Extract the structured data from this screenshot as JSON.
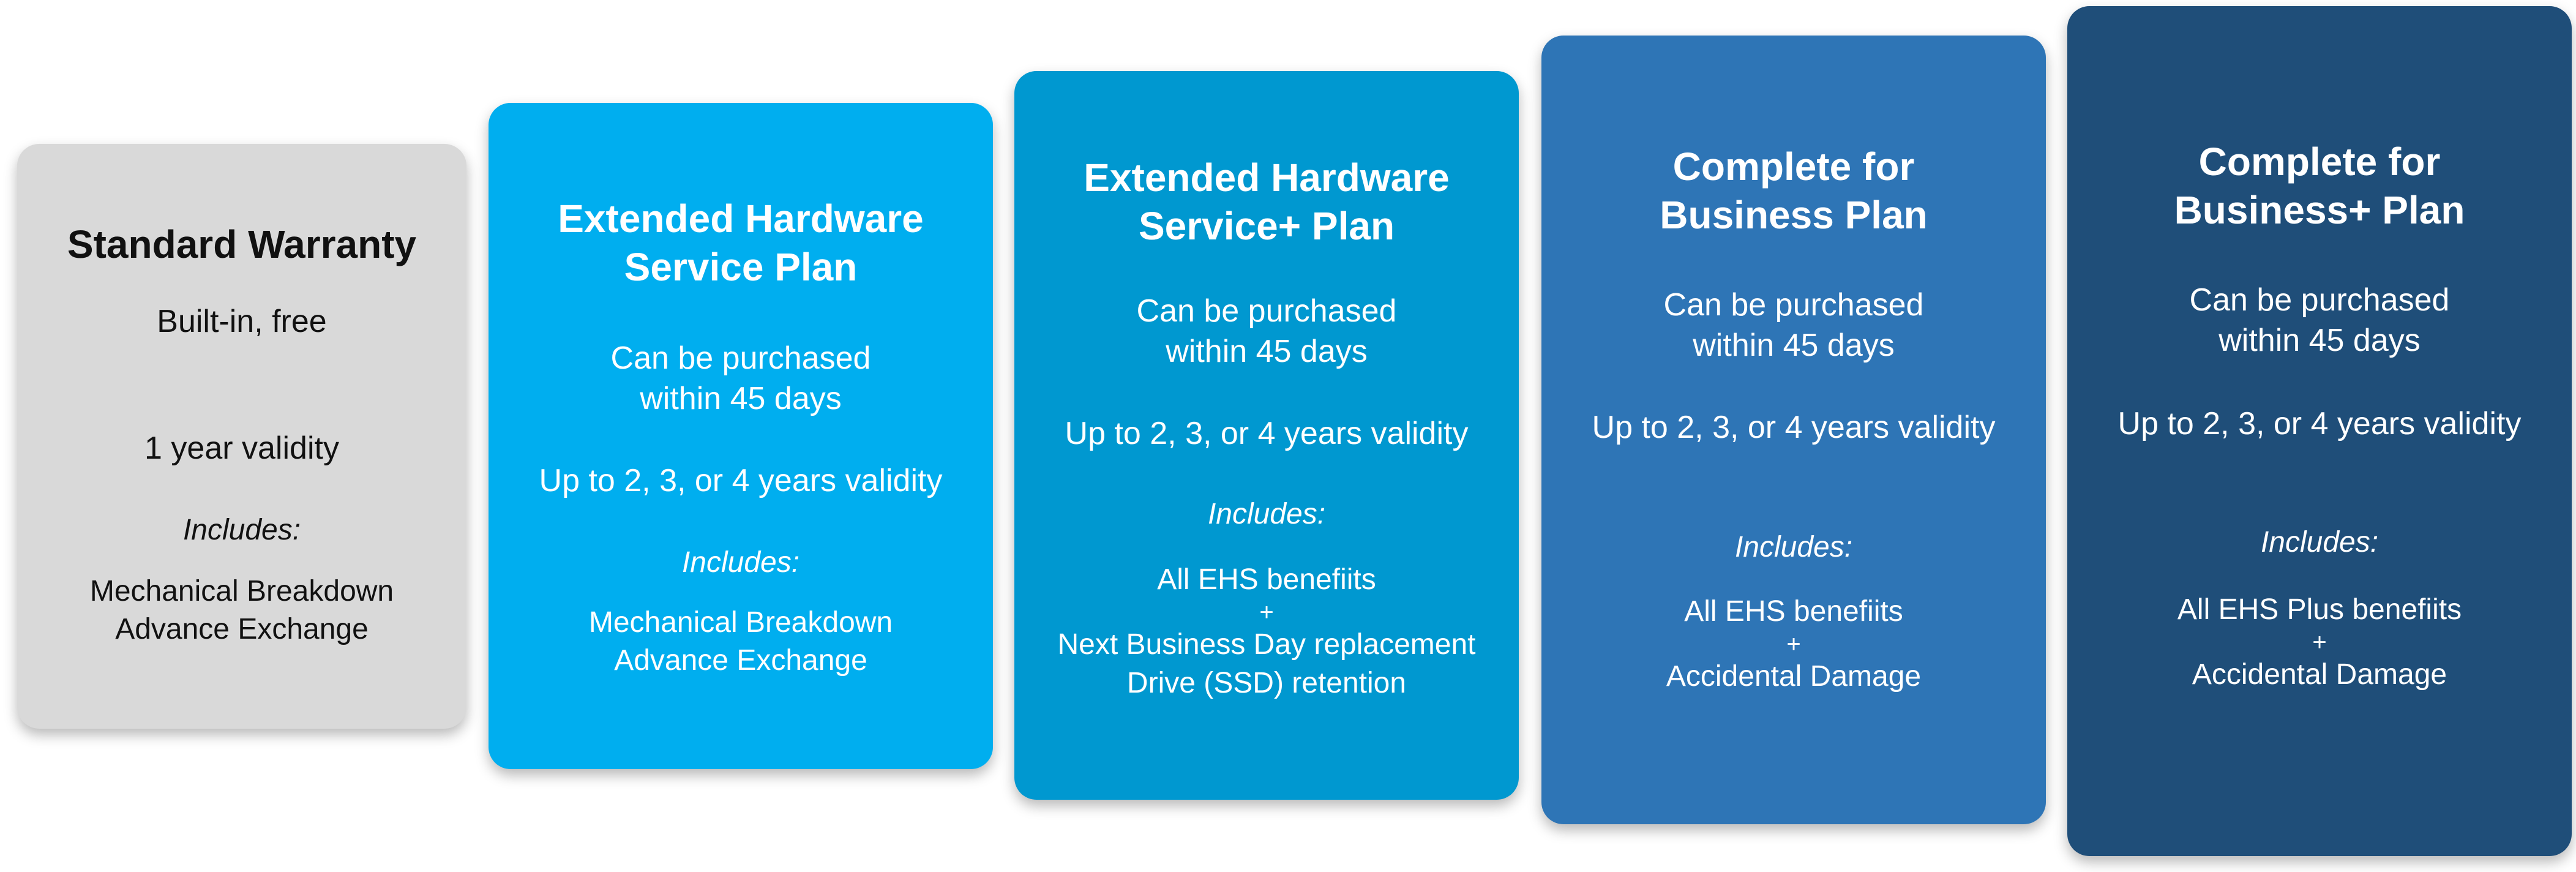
{
  "plans": [
    {
      "title": "Standard Warranty",
      "purchase": "Built-in, free",
      "validity": "1 year validity",
      "includes_label": "Includes:",
      "includes": [
        "Mechanical Breakdown",
        "Advance Exchange"
      ],
      "color": "#d9d9d9"
    },
    {
      "title_line1": "Extended Hardware",
      "title_line2": "Service Plan",
      "purchase_line1": "Can be purchased",
      "purchase_line2": "within 45 days",
      "validity": "Up to 2, 3, or 4 years validity",
      "includes_label": "Includes:",
      "includes": [
        "Mechanical Breakdown",
        "Advance Exchange"
      ],
      "color": "#00aeef"
    },
    {
      "title_line1": "Extended Hardware",
      "title_line2": "Service+ Plan",
      "purchase_line1": "Can be purchased",
      "purchase_line2": "within 45 days",
      "validity": "Up to 2, 3, or 4 years validity",
      "includes_label": "Includes:",
      "includes_main": "All EHS benefiits",
      "plus": "+",
      "includes_extra": [
        "Next Business Day replacement",
        "Drive (SSD) retention"
      ],
      "color": "#0098d0"
    },
    {
      "title_line1": "Complete for",
      "title_line2": "Business Plan",
      "purchase_line1": "Can be purchased",
      "purchase_line2": "within 45 days",
      "validity": "Up to 2, 3, or 4 years validity",
      "includes_label": "Includes:",
      "includes_main": "All EHS benefiits",
      "plus": "+",
      "includes_extra": [
        "Accidental Damage"
      ],
      "color": "#2e75b6"
    },
    {
      "title_line1": "Complete for",
      "title_line2": "Business+ Plan",
      "purchase_line1": "Can be purchased",
      "purchase_line2": "within 45 days",
      "validity": "Up to 2, 3, or 4 years validity",
      "includes_label": "Includes:",
      "includes_main": "All EHS Plus benefiits",
      "plus": "+",
      "includes_extra": [
        "Accidental Damage"
      ],
      "color": "#1f4e79"
    }
  ]
}
